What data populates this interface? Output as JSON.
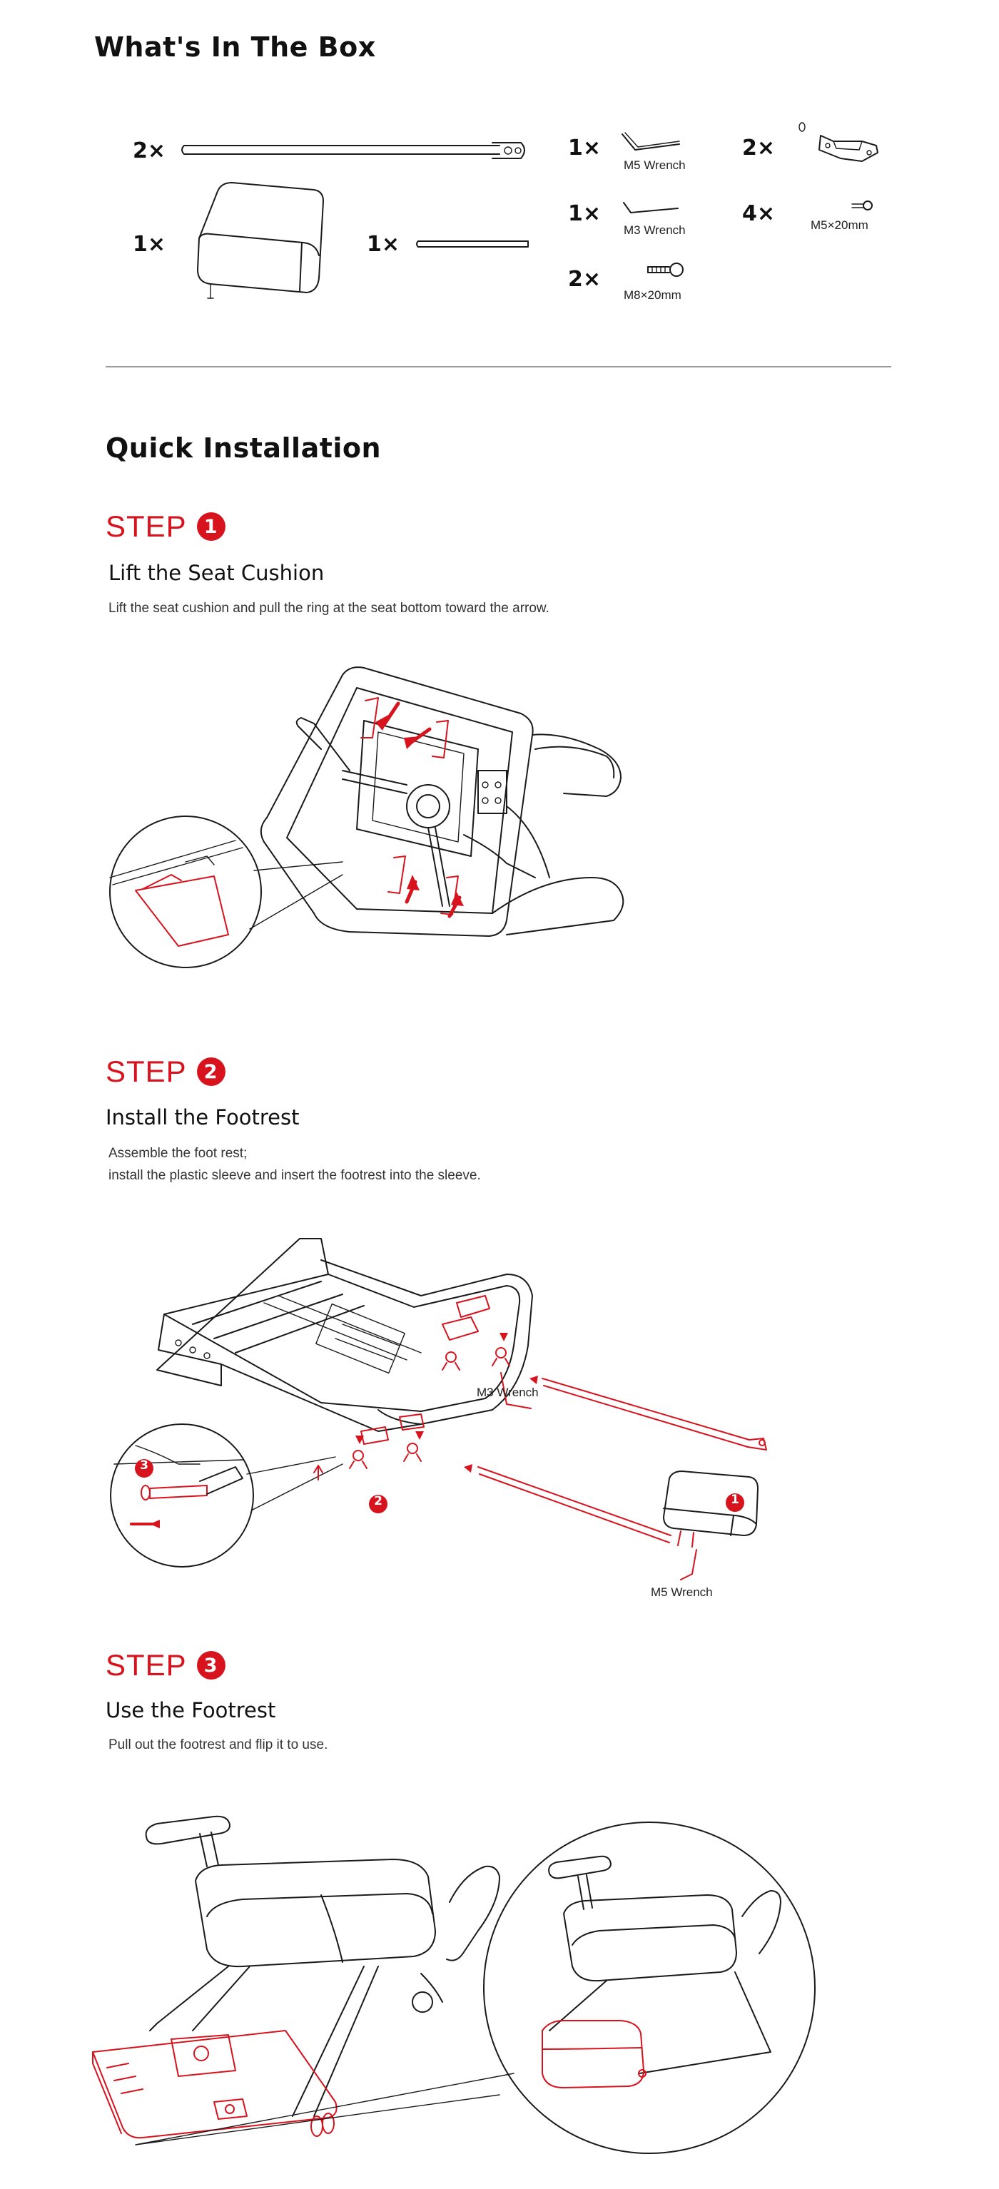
{
  "box": {
    "title": "What's In The Box",
    "items": [
      {
        "qty": "2×",
        "name": "footrest-tube"
      },
      {
        "qty": "1×",
        "name": "footrest-cushion"
      },
      {
        "qty": "1×",
        "name": "rod"
      },
      {
        "qty": "1×",
        "name": "m5-wrench",
        "label": "M5 Wrench"
      },
      {
        "qty": "1×",
        "name": "m3-wrench",
        "label": "M3 Wrench"
      },
      {
        "qty": "2×",
        "name": "m8-screw",
        "label": "M8×20mm"
      },
      {
        "qty": "2×",
        "name": "bracket"
      },
      {
        "qty": "4×",
        "name": "m5-screw",
        "label": "M5×20mm"
      }
    ]
  },
  "install": {
    "title": "Quick Installation",
    "step_word": "STEP",
    "steps": [
      {
        "number": "1",
        "title": "Lift the Seat Cushion",
        "lines": [
          "Lift the seat cushion and pull the ring at the seat bottom toward the arrow."
        ]
      },
      {
        "number": "2",
        "title": "Install the Footrest",
        "lines": [
          "Assemble the foot rest;",
          "install the plastic sleeve and insert the footrest into the sleeve."
        ],
        "callouts": {
          "m3": "M3 Wrench",
          "m5": "M5 Wrench",
          "c1": "1",
          "c2": "2",
          "c3": "3"
        }
      },
      {
        "number": "3",
        "title": "Use the Footrest",
        "lines": [
          "Pull out the footrest and flip it to use."
        ]
      }
    ]
  },
  "colors": {
    "accent": "#d7131e",
    "divider": "#9a9a9a",
    "text": "#111111"
  }
}
